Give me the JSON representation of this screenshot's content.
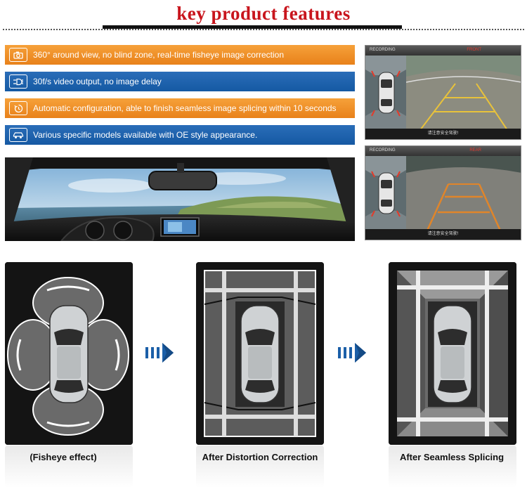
{
  "header": {
    "title": "key product features"
  },
  "features": [
    {
      "icon": "camera-icon",
      "text": "360° around view, no blind zone, real-time fisheye image correction",
      "color": "#ef8a1f"
    },
    {
      "icon": "video-output-icon",
      "text": "30f/s video output, no image delay",
      "color": "#1b5fa8"
    },
    {
      "icon": "auto-config-icon",
      "text": "Automatic configuration, able to finish seamless image splicing within 10 seconds",
      "color": "#ef8a1f"
    },
    {
      "icon": "car-model-icon",
      "text": "Various specific models available with OE style appearance.",
      "color": "#1b5fa8"
    }
  ],
  "screens": [
    {
      "status": "RECORDING",
      "view": "FRONT",
      "footer": "请注意安全驾驶!"
    },
    {
      "status": "RECORDING",
      "view": "REAR",
      "footer": "请注意安全驾驶!"
    }
  ],
  "diagram": {
    "steps": [
      {
        "caption": "(Fisheye effect)"
      },
      {
        "caption": "After Distortion Correction"
      },
      {
        "caption": "After Seamless Splicing"
      }
    ],
    "arrow_color": "#1b5fa8"
  }
}
